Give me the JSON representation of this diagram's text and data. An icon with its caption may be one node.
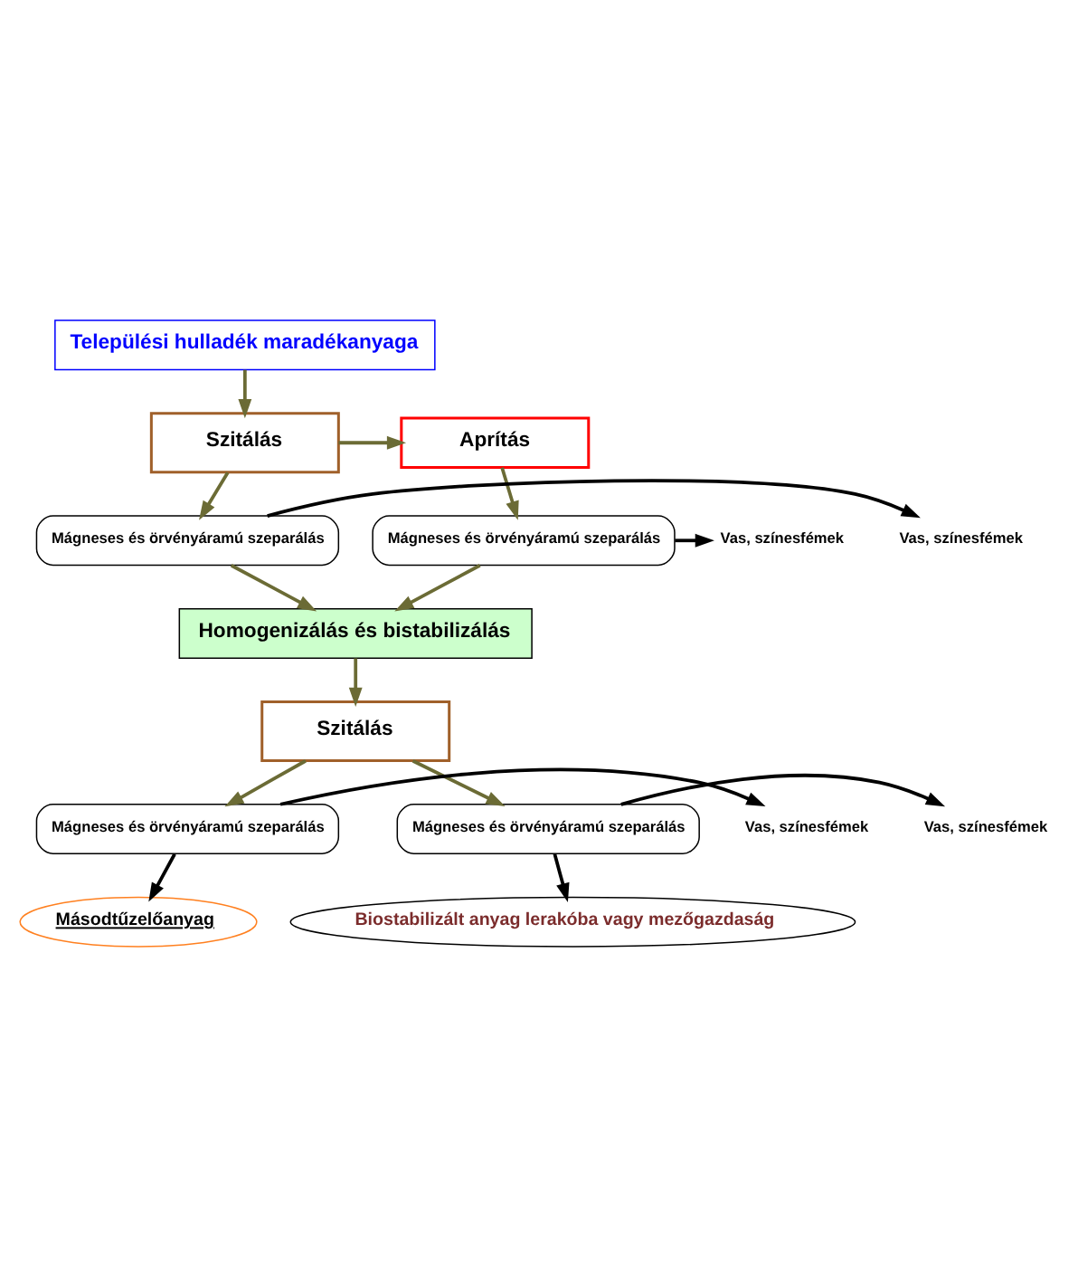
{
  "diagram": {
    "nodes": [
      {
        "text": [
          "Települési hulladék maradékanyaga"
        ]
      },
      {
        "text": [
          "Aprítás"
        ]
      },
      {
        "text": [
          "Szitálás"
        ]
      },
      {
        "text": [
          "Mágneses és örvényáramú szeparálás"
        ]
      },
      {
        "text": [
          "Vas, színesfémek"
        ]
      },
      {
        "text": [
          "Mágneses és örvényáramú szeparálás"
        ]
      },
      {
        "text": [
          "Vas, színesfémek"
        ]
      },
      {
        "text": [
          "Homogenizálás és bistabilizálás"
        ]
      },
      {
        "text": [
          "Szitálás"
        ]
      },
      {
        "text": [
          "Mágneses és örvényáramú szeparálás"
        ]
      },
      {
        "text": [
          "Vas, színesfémek"
        ]
      },
      {
        "text": [
          "Mágneses és örvényáramú szeparálás"
        ]
      },
      {
        "text": [
          "Vas, színesfémek"
        ]
      },
      {
        "text": [
          "Másodtűzelőanyag"
        ]
      },
      {
        "text": [
          "Biostabilizált anyag lerakóba vagy mezőgazdaság"
        ]
      }
    ],
    "edges": [
      {
        "from": 0,
        "to": 2,
        "arrow": "to"
      },
      {
        "from": 2,
        "to": 1,
        "arrow": "to"
      },
      {
        "from": 1,
        "to": 3,
        "arrow": "to"
      },
      {
        "from": 2,
        "to": 5,
        "arrow": "to"
      },
      {
        "from": 3,
        "to": 4,
        "arrow": "to",
        "color": "#000000"
      },
      {
        "from": 5,
        "to": 6,
        "arrow": "to",
        "color": "#000000"
      },
      {
        "from": 3,
        "to": 7,
        "arrow": "to"
      },
      {
        "from": 5,
        "to": 7,
        "arrow": "to"
      },
      {
        "from": 7,
        "to": 8,
        "arrow": "to"
      },
      {
        "from": 8,
        "to": 9,
        "arrow": "to"
      },
      {
        "from": 8,
        "to": 11,
        "arrow": "to"
      },
      {
        "from": 9,
        "to": 10,
        "arrow": "to",
        "color": "#000000"
      },
      {
        "from": 11,
        "to": 12,
        "arrow": "to",
        "color": "#000000"
      },
      {
        "from": 9,
        "to": 13,
        "arrow": "to",
        "color": "#000000"
      },
      {
        "from": 11,
        "to": 14,
        "arrow": "to",
        "color": "#000000"
      }
    ]
  }
}
